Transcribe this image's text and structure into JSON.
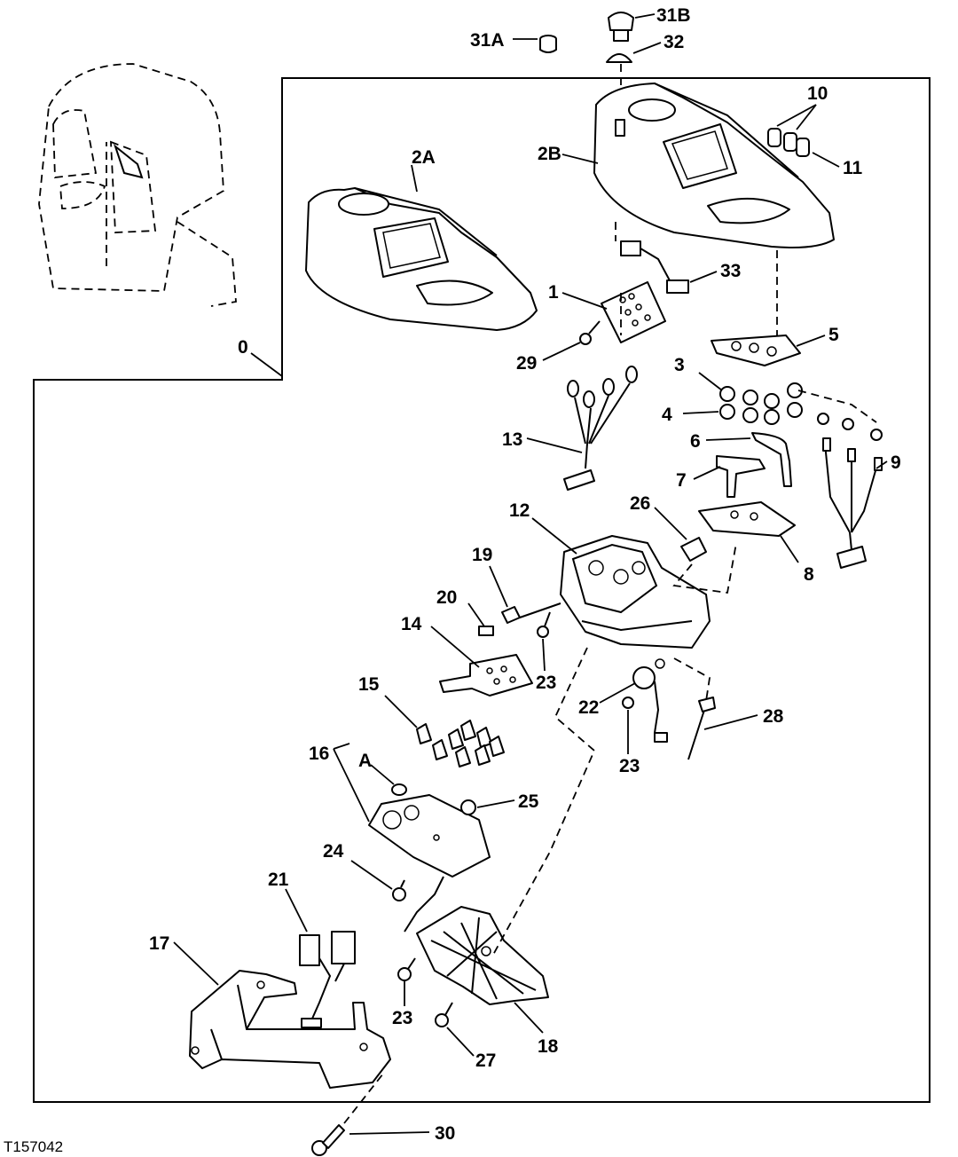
{
  "figure_id": "T157042",
  "colors": {
    "ink": "#000000",
    "paper": "#ffffff"
  },
  "callouts": [
    {
      "id": "c-31B",
      "text": "31B"
    },
    {
      "id": "c-31A",
      "text": "31A"
    },
    {
      "id": "c-32",
      "text": "32"
    },
    {
      "id": "c-10",
      "text": "10"
    },
    {
      "id": "c-11",
      "text": "11"
    },
    {
      "id": "c-2A",
      "text": "2A"
    },
    {
      "id": "c-2B",
      "text": "2B"
    },
    {
      "id": "c-33",
      "text": "33"
    },
    {
      "id": "c-1",
      "text": "1"
    },
    {
      "id": "c-5",
      "text": "5"
    },
    {
      "id": "c-29",
      "text": "29"
    },
    {
      "id": "c-0",
      "text": "0"
    },
    {
      "id": "c-3",
      "text": "3"
    },
    {
      "id": "c-4",
      "text": "4"
    },
    {
      "id": "c-13",
      "text": "13"
    },
    {
      "id": "c-6",
      "text": "6"
    },
    {
      "id": "c-9",
      "text": "9"
    },
    {
      "id": "c-7",
      "text": "7"
    },
    {
      "id": "c-12",
      "text": "12"
    },
    {
      "id": "c-26",
      "text": "26"
    },
    {
      "id": "c-8",
      "text": "8"
    },
    {
      "id": "c-19",
      "text": "19"
    },
    {
      "id": "c-20",
      "text": "20"
    },
    {
      "id": "c-14",
      "text": "14"
    },
    {
      "id": "c-23a",
      "text": "23"
    },
    {
      "id": "c-22",
      "text": "22"
    },
    {
      "id": "c-28",
      "text": "28"
    },
    {
      "id": "c-15",
      "text": "15"
    },
    {
      "id": "c-23b",
      "text": "23"
    },
    {
      "id": "c-16",
      "text": "16"
    },
    {
      "id": "c-A",
      "text": "A"
    },
    {
      "id": "c-25",
      "text": "25"
    },
    {
      "id": "c-24",
      "text": "24"
    },
    {
      "id": "c-21",
      "text": "21"
    },
    {
      "id": "c-17",
      "text": "17"
    },
    {
      "id": "c-23c",
      "text": "23"
    },
    {
      "id": "c-18",
      "text": "18"
    },
    {
      "id": "c-27",
      "text": "27"
    },
    {
      "id": "c-30",
      "text": "30"
    }
  ]
}
